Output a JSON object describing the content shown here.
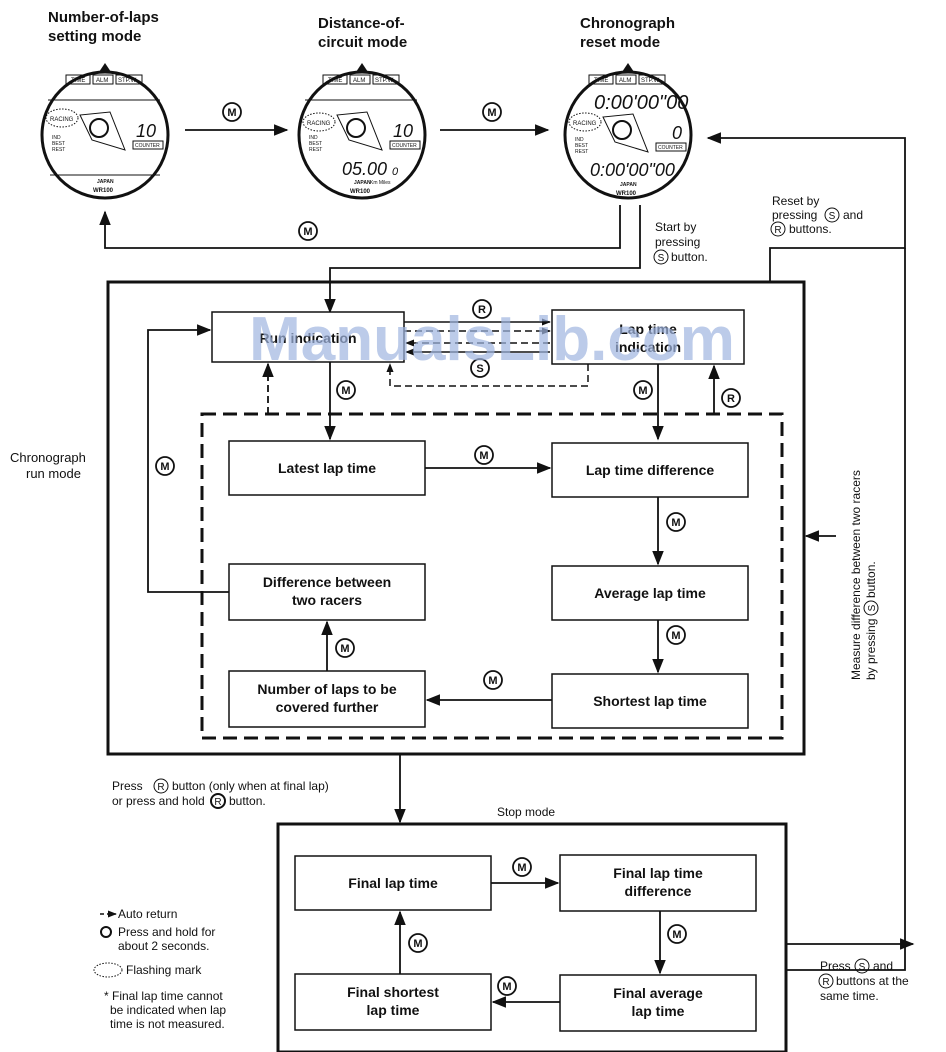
{
  "modes": {
    "laps": [
      "Number-of-laps",
      "setting mode"
    ],
    "distance": [
      "Distance-of-",
      "circuit mode"
    ],
    "reset": [
      "Chronograph",
      "reset mode"
    ],
    "run": [
      "Chronograph",
      "run mode"
    ],
    "stop": "Stop mode"
  },
  "watch": {
    "tabs": [
      "TIME",
      "ALM",
      "STP.W"
    ],
    "racing": "RACING",
    "ind": [
      "IND",
      "BEST",
      "REST"
    ],
    "counter": "COUNTER",
    "brand": "JAPAN",
    "model": "WR100",
    "unit": "Km Miles",
    "laps_value": "10",
    "distance_value": "05.00",
    "distance_sub": "0",
    "reset_top": "0:00'00\"00",
    "reset_right": "0",
    "reset_bottom": "0:00'00\"00"
  },
  "button": "M",
  "button_r": "R",
  "button_s": "S",
  "notes": {
    "start": [
      "Start by",
      "pressing",
      "button."
    ],
    "reset": [
      "Reset by",
      "pressing",
      "and",
      "buttons."
    ],
    "measure": [
      "Measure difference between two racers",
      "by pressing",
      "button."
    ],
    "press_r": [
      "Press",
      "button (only when at final lap)",
      "or press and hold",
      "button."
    ],
    "press_sr": [
      "Press",
      "and",
      "buttons at the",
      "same time."
    ]
  },
  "boxes": {
    "run_indication": "Run indication",
    "lap_time_indication": [
      "Lap time",
      "indication"
    ],
    "latest": "Latest lap time",
    "lap_diff": "Lap time difference",
    "average": "Average lap time",
    "shortest": "Shortest lap time",
    "laps_further": [
      "Number of laps to be",
      "covered further"
    ],
    "diff_racers": [
      "Difference between",
      "two racers"
    ],
    "final_lap": "Final lap time",
    "final_diff": [
      "Final lap time",
      "difference"
    ],
    "final_avg": [
      "Final average",
      "lap time"
    ],
    "final_short": [
      "Final shortest",
      "lap time"
    ]
  },
  "legend": {
    "auto": "Auto return",
    "hold": [
      "Press and hold for",
      "about 2 seconds."
    ],
    "flash": "Flashing mark",
    "note": [
      "* Final lap time cannot",
      "be indicated when lap",
      "time is not measured."
    ]
  },
  "watermark": "ManualsLib.com"
}
